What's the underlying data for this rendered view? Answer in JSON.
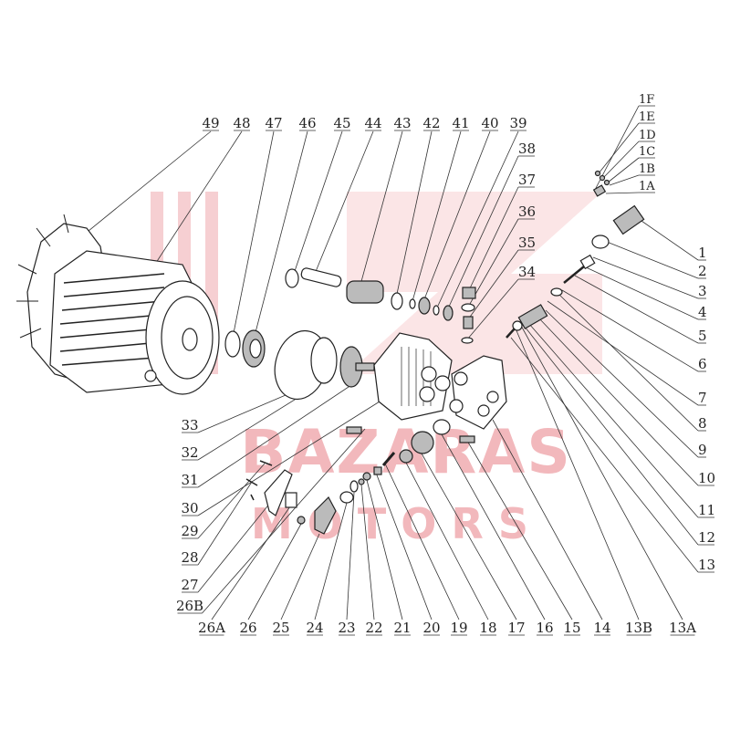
{
  "watermark": {
    "line1": "BAZARAS",
    "line2": "MOTORS",
    "color": "#f2b8bc"
  },
  "labels": {
    "top": [
      "49",
      "48",
      "47",
      "46",
      "45",
      "44",
      "43",
      "42",
      "41",
      "40",
      "39"
    ],
    "right_upper": [
      "38",
      "37",
      "36",
      "35",
      "34"
    ],
    "sub_1": [
      "1F",
      "1E",
      "1D",
      "1C",
      "1B",
      "1A"
    ],
    "right": [
      "1",
      "2",
      "3",
      "4",
      "5",
      "6",
      "7",
      "8",
      "9",
      "10",
      "11",
      "12",
      "13"
    ],
    "left": [
      "33",
      "32",
      "31",
      "30",
      "29",
      "28",
      "27",
      "26B"
    ],
    "bottom": [
      "26A",
      "26",
      "25",
      "24",
      "23",
      "22",
      "21",
      "20",
      "19",
      "18",
      "17",
      "16",
      "15",
      "14",
      "13B",
      "13A"
    ]
  }
}
